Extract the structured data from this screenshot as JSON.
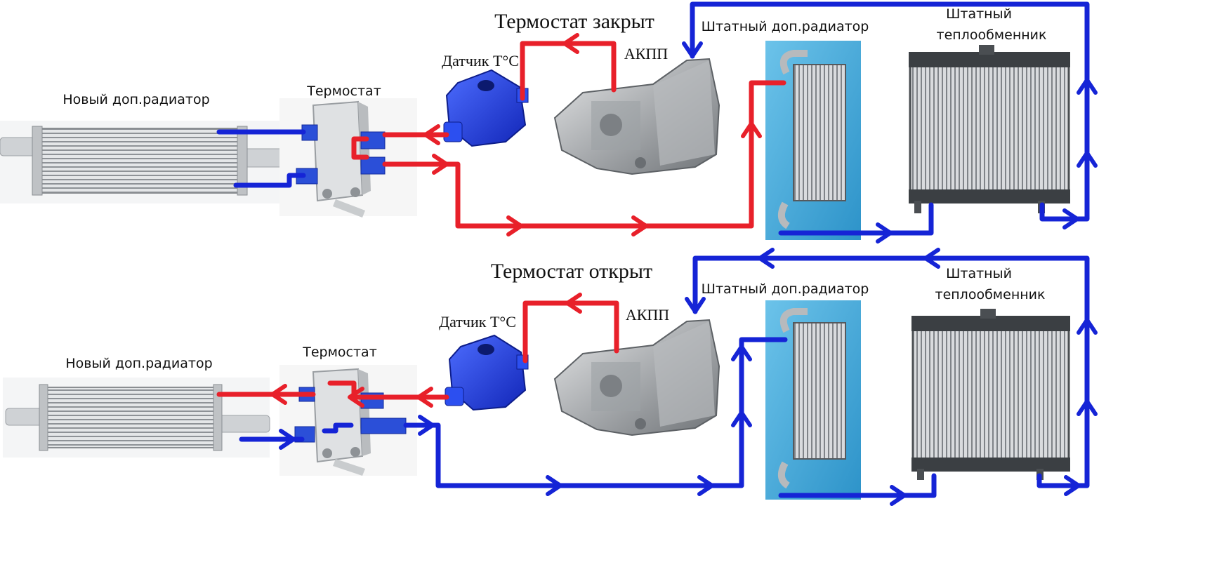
{
  "top": {
    "title": "Термостат закрыт",
    "labels": {
      "new_radiator": "Новый доп.радиатор",
      "thermostat": "Термостат",
      "sensor": "Датчик T°C",
      "transmission": "АКПП",
      "oem_radiator": "Штатный доп.радиатор",
      "oem_exchanger_line1": "Штатный",
      "oem_exchanger_line2": "теплообменник"
    }
  },
  "bottom": {
    "title": "Термостат открыт",
    "labels": {
      "new_radiator": "Новый доп.радиатор",
      "thermostat": "Термостат",
      "sensor": "Датчик T°C",
      "transmission": "АКПП",
      "oem_radiator": "Штатный доп.радиатор",
      "oem_exchanger_line1": "Штатный",
      "oem_exchanger_line2": "теплообменник"
    }
  },
  "colors": {
    "hot": "#e8202a",
    "cold": "#1524d6",
    "sensor_blue": "#1f3fe0",
    "aluminium": "#c8cbce",
    "panel_bg": "#3fa7d6"
  }
}
